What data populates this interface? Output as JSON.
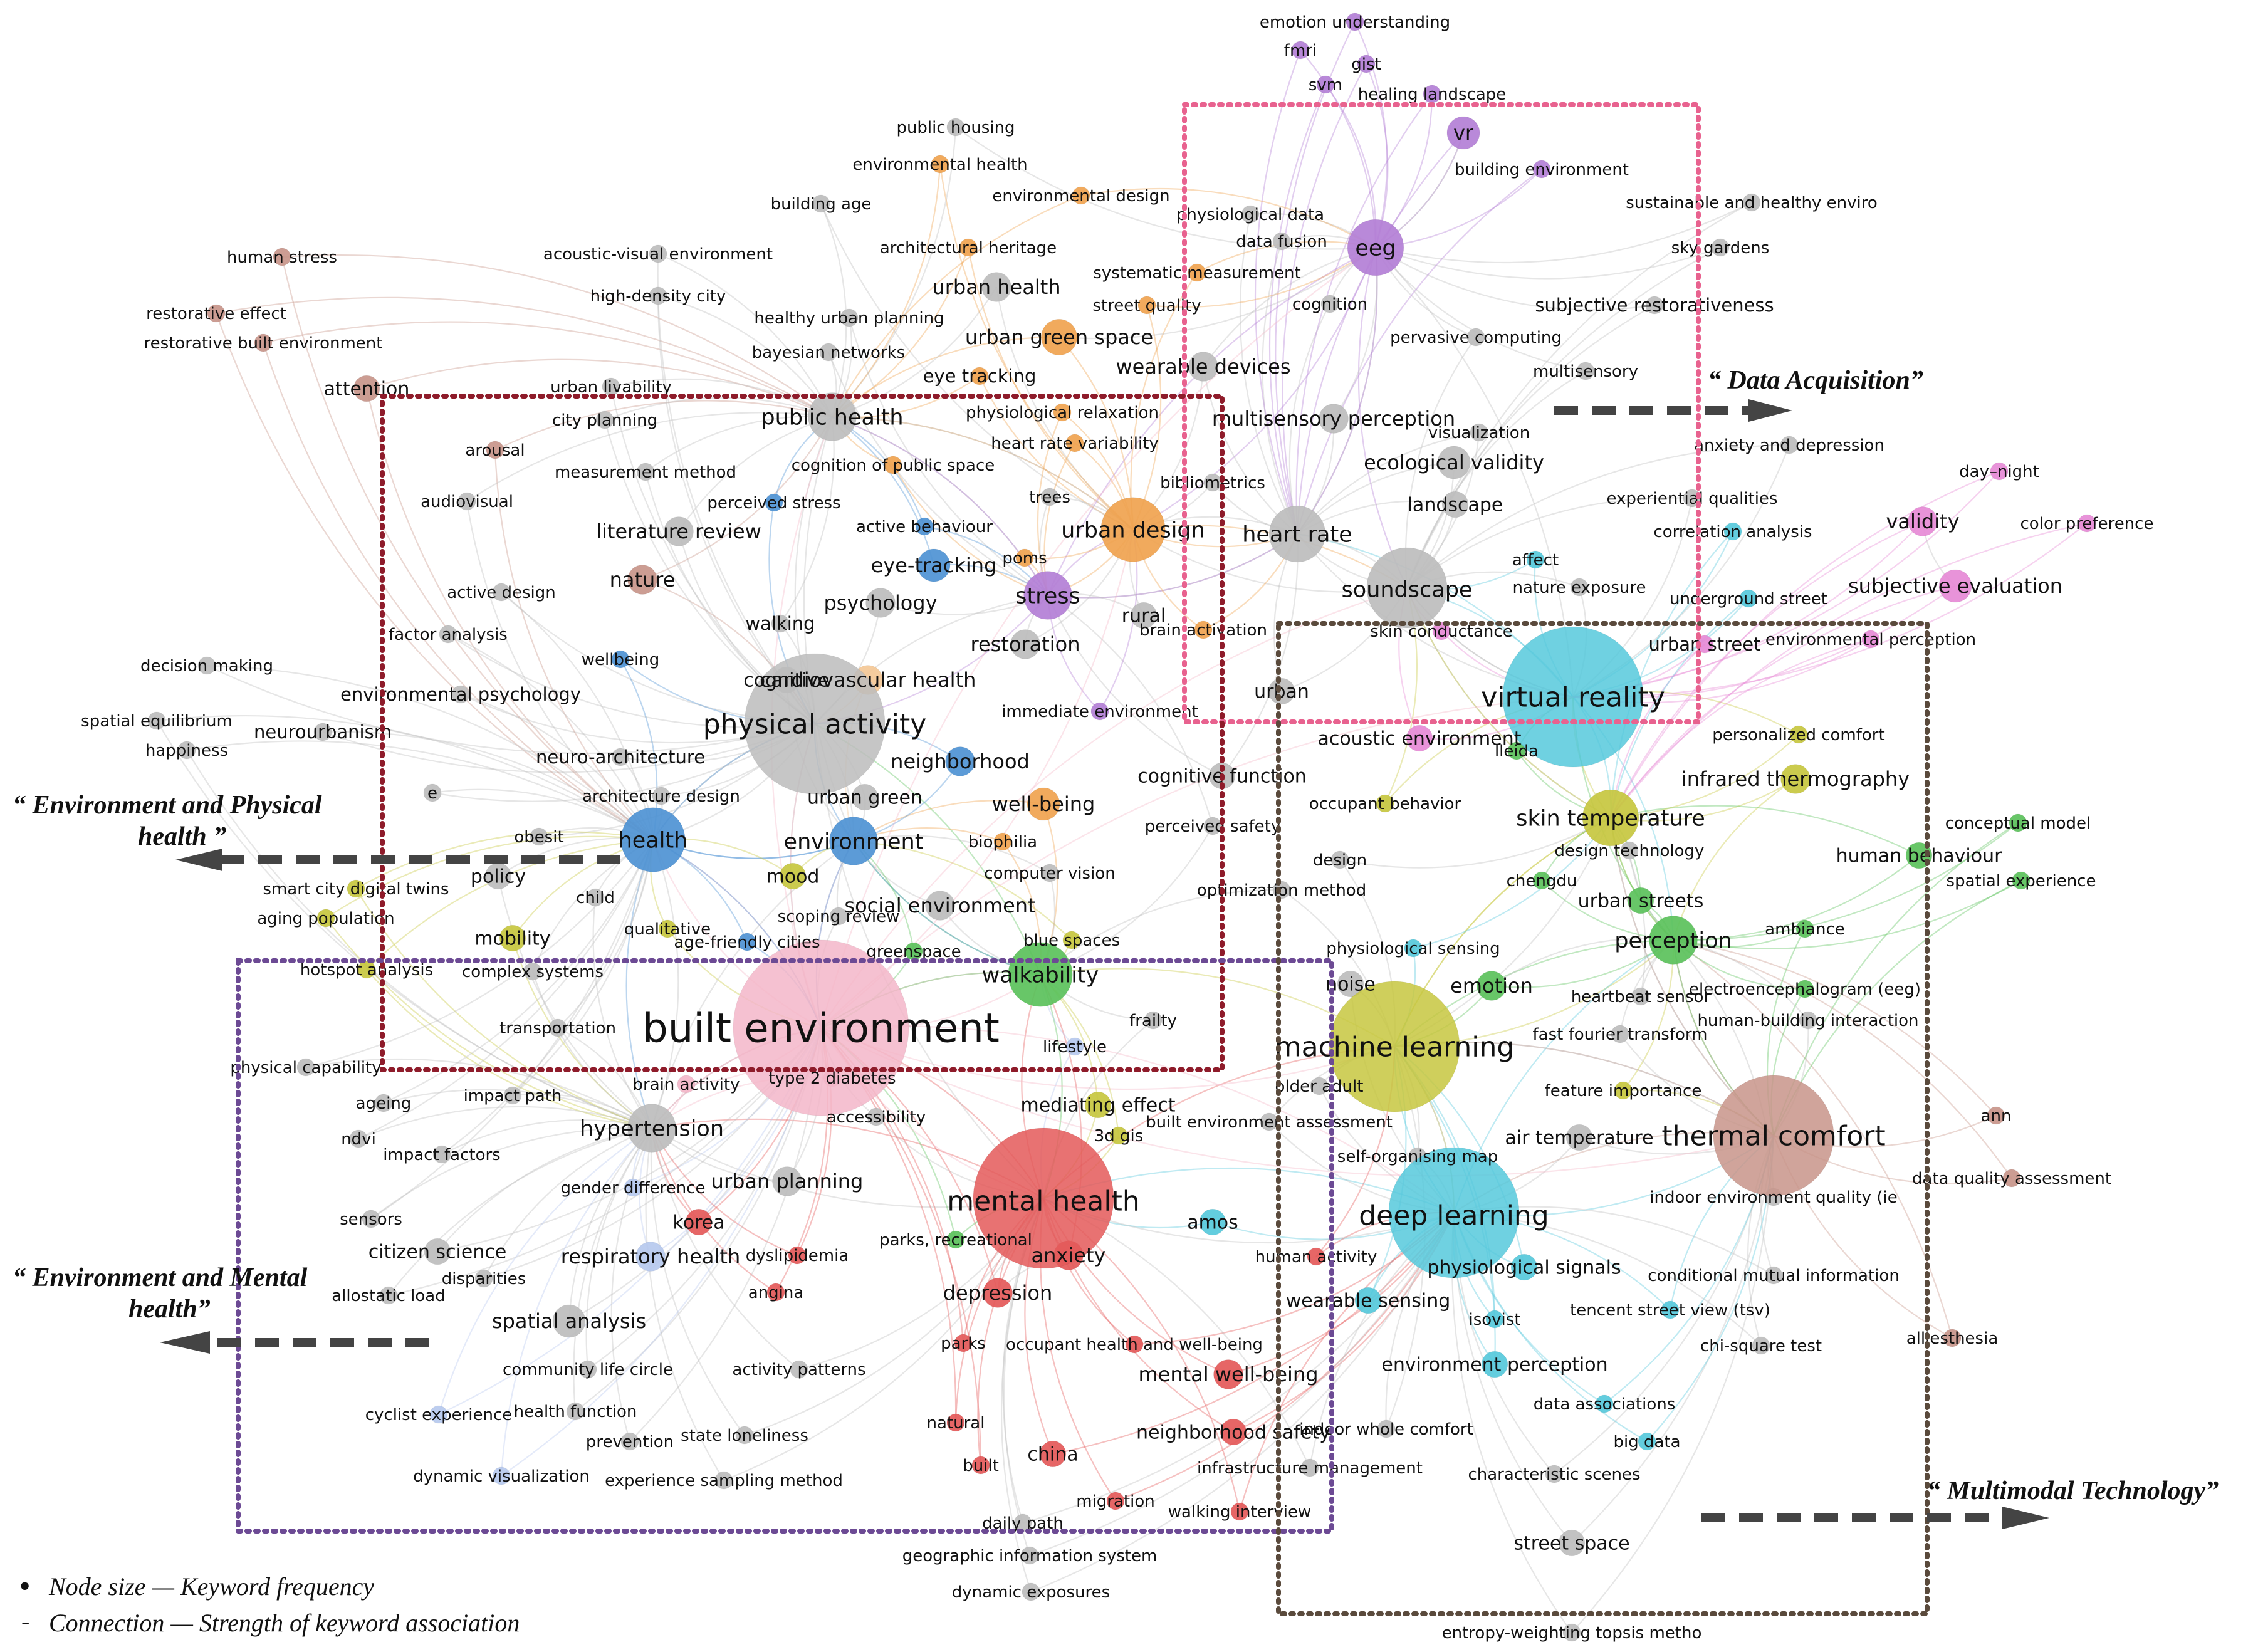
{
  "colors": {
    "gray": "#bdbdbd",
    "pink": "#f4b7c9",
    "red": "#e45a5a",
    "blue": "#4f93d4",
    "green": "#5cc25c",
    "cyan": "#56c9dc",
    "olive": "#c7c740",
    "orange": "#f0a350",
    "purple": "#b47fd6",
    "brown": "#c8958a",
    "magenta": "#e78ad6",
    "lightblue": "#b7c9ee",
    "lightgreen": "#a8e0a0",
    "peach": "#f5c896"
  },
  "zones": {
    "data_acquisition": {
      "title": "“ Data Acquisition”",
      "color": "#e8628f"
    },
    "environment_physical": {
      "title_line1": "“ Environment and Physical",
      "title_line2": "health ”",
      "color": "#8e1b2a"
    },
    "environment_mental": {
      "title_line1": "“ Environment and Mental",
      "title_line2": "health”",
      "color": "#6c4a94"
    },
    "multimodal": {
      "title": "“ Multimodal Technology”",
      "color": "#5a4a3c"
    }
  },
  "legend": {
    "node_symbol": "•",
    "node_text": "Node size — Keyword frequency",
    "edge_symbol": "-",
    "edge_text": "Connection — Strength of keyword association"
  },
  "nodes": [
    {
      "label": "built environment",
      "w": 60,
      "c": "pink"
    },
    {
      "label": "physical activity",
      "w": 28,
      "c": "gray"
    },
    {
      "label": "mental health",
      "w": 28,
      "c": "red"
    },
    {
      "label": "virtual reality",
      "w": 28,
      "c": "cyan"
    },
    {
      "label": "machine learning",
      "w": 26,
      "c": "olive"
    },
    {
      "label": "deep learning",
      "w": 26,
      "c": "cyan"
    },
    {
      "label": "thermal comfort",
      "w": 24,
      "c": "brown"
    },
    {
      "label": "soundscape",
      "w": 20,
      "c": "gray"
    },
    {
      "label": "urban design",
      "w": 16,
      "c": "orange"
    },
    {
      "label": "walkability",
      "w": 16,
      "c": "green"
    },
    {
      "label": "health",
      "w": 16,
      "c": "blue"
    },
    {
      "label": "heart rate",
      "w": 14,
      "c": "gray"
    },
    {
      "label": "eeg",
      "w": 14,
      "c": "purple"
    },
    {
      "label": "skin temperature",
      "w": 14,
      "c": "olive"
    },
    {
      "label": "perception",
      "w": 12,
      "c": "green"
    },
    {
      "label": "public health",
      "w": 12,
      "c": "gray"
    },
    {
      "label": "stress",
      "w": 12,
      "c": "purple"
    },
    {
      "label": "hypertension",
      "w": 12,
      "c": "gray"
    },
    {
      "label": "environment",
      "w": 12,
      "c": "blue"
    },
    {
      "label": "urban green space",
      "w": 11,
      "c": "orange"
    },
    {
      "label": "ecological validity",
      "w": 10,
      "c": "gray"
    },
    {
      "label": "subjective evaluation",
      "w": 10,
      "c": "magenta"
    },
    {
      "label": "eye-tracking",
      "w": 10,
      "c": "blue"
    },
    {
      "label": "well-being",
      "w": 10,
      "c": "orange"
    },
    {
      "label": "vr",
      "w": 10,
      "c": "purple"
    },
    {
      "label": "spatial analysis",
      "w": 10,
      "c": "gray"
    },
    {
      "label": "psychology",
      "w": 9,
      "c": "gray"
    },
    {
      "label": "restoration",
      "w": 9,
      "c": "gray"
    },
    {
      "label": "urban health",
      "w": 9,
      "c": "gray"
    },
    {
      "label": "wearable devices",
      "w": 9,
      "c": "gray"
    },
    {
      "label": "multisensory perception",
      "w": 9,
      "c": "gray"
    },
    {
      "label": "literature review",
      "w": 9,
      "c": "gray"
    },
    {
      "label": "cardiovascular health",
      "w": 9,
      "c": "peach"
    },
    {
      "label": "nature",
      "w": 9,
      "c": "brown"
    },
    {
      "label": "depression",
      "w": 9,
      "c": "red"
    },
    {
      "label": "anxiety",
      "w": 9,
      "c": "red"
    },
    {
      "label": "mental well-being",
      "w": 9,
      "c": "red"
    },
    {
      "label": "urban planning",
      "w": 9,
      "c": "gray"
    },
    {
      "label": "respiratory health",
      "w": 9,
      "c": "lightblue"
    },
    {
      "label": "social environment",
      "w": 9,
      "c": "gray"
    },
    {
      "label": "neighborhood",
      "w": 9,
      "c": "blue"
    },
    {
      "label": "infrared thermography",
      "w": 9,
      "c": "olive"
    },
    {
      "label": "emotion",
      "w": 9,
      "c": "green"
    },
    {
      "label": "validity",
      "w": 9,
      "c": "magenta"
    },
    {
      "label": "urban streets",
      "w": 8,
      "c": "green"
    },
    {
      "label": "human behaviour",
      "w": 8,
      "c": "green"
    },
    {
      "label": "noise",
      "w": 8,
      "c": "gray"
    },
    {
      "label": "wearable sensing",
      "w": 8,
      "c": "cyan"
    },
    {
      "label": "rural",
      "w": 8,
      "c": "gray"
    },
    {
      "label": "urban",
      "w": 8,
      "c": "gray"
    },
    {
      "label": "landscape",
      "w": 8,
      "c": "gray"
    },
    {
      "label": "mood",
      "w": 8,
      "c": "olive"
    },
    {
      "label": "policy",
      "w": 8,
      "c": "gray"
    },
    {
      "label": "attention",
      "w": 8,
      "c": "brown"
    },
    {
      "label": "environment perception",
      "w": 8,
      "c": "cyan"
    },
    {
      "label": "physiological signals",
      "w": 8,
      "c": "cyan"
    },
    {
      "label": "acoustic environment",
      "w": 8,
      "c": "magenta"
    },
    {
      "label": "urban green",
      "w": 8,
      "c": "gray"
    },
    {
      "label": "mobility",
      "w": 8,
      "c": "olive"
    },
    {
      "label": "china",
      "w": 8,
      "c": "red"
    },
    {
      "label": "korea",
      "w": 8,
      "c": "red"
    },
    {
      "label": "mediating effect",
      "w": 8,
      "c": "olive"
    },
    {
      "label": "air temperature",
      "w": 8,
      "c": "gray"
    },
    {
      "label": "amos",
      "w": 8,
      "c": "cyan"
    },
    {
      "label": "citizen science",
      "w": 8,
      "c": "gray"
    },
    {
      "label": "street space",
      "w": 8,
      "c": "gray"
    },
    {
      "label": "neighborhood safety",
      "w": 8,
      "c": "red"
    },
    {
      "label": "cognitive",
      "w": 8,
      "c": "gray"
    },
    {
      "label": "cognitive function",
      "w": 8,
      "c": "gray"
    },
    {
      "label": "walking",
      "w": 7,
      "c": "gray"
    },
    {
      "label": "environmental psychology",
      "w": 7,
      "c": "gray"
    },
    {
      "label": "neurourbanism",
      "w": 7,
      "c": "gray"
    },
    {
      "label": "neuro-architecture",
      "w": 7,
      "c": "gray"
    },
    {
      "label": "urban street",
      "w": 7,
      "c": "magenta"
    },
    {
      "label": "eye tracking",
      "w": 7,
      "c": "orange"
    },
    {
      "label": "subjective restorativeness",
      "w": 7,
      "c": "gray"
    },
    {
      "label": "chengdu",
      "w": 6,
      "c": "green"
    },
    {
      "label": "human stress",
      "w": 6,
      "c": "brown"
    },
    {
      "label": "restorative effect",
      "w": 6,
      "c": "brown"
    },
    {
      "label": "restorative built environment",
      "w": 6,
      "c": "brown"
    },
    {
      "label": "arousal",
      "w": 6,
      "c": "brown"
    },
    {
      "label": "audiovisual",
      "w": 6,
      "c": "gray"
    },
    {
      "label": "decision making",
      "w": 6,
      "c": "gray"
    },
    {
      "label": "spatial equilibrium",
      "w": 6,
      "c": "gray"
    },
    {
      "label": "happiness",
      "w": 6,
      "c": "gray"
    },
    {
      "label": "active design",
      "w": 6,
      "c": "gray"
    },
    {
      "label": "factor analysis",
      "w": 6,
      "c": "gray"
    },
    {
      "label": "wellbeing",
      "w": 6,
      "c": "blue"
    },
    {
      "label": "architecture design",
      "w": 6,
      "c": "gray"
    },
    {
      "label": "obesit",
      "w": 6,
      "c": "gray"
    },
    {
      "label": "e",
      "w": 6,
      "c": "gray"
    },
    {
      "label": "smart city digital twins",
      "w": 6,
      "c": "olive"
    },
    {
      "label": "aging population",
      "w": 6,
      "c": "olive"
    },
    {
      "label": "hotspot analysis",
      "w": 6,
      "c": "olive"
    },
    {
      "label": "complex systems",
      "w": 6,
      "c": "gray"
    },
    {
      "label": "child",
      "w": 6,
      "c": "gray"
    },
    {
      "label": "qualitative",
      "w": 6,
      "c": "olive"
    },
    {
      "label": "age-friendly cities",
      "w": 6,
      "c": "blue"
    },
    {
      "label": "scoping review",
      "w": 6,
      "c": "gray"
    },
    {
      "label": "greenspace",
      "w": 6,
      "c": "green"
    },
    {
      "label": "blue spaces",
      "w": 6,
      "c": "olive"
    },
    {
      "label": "transportation",
      "w": 6,
      "c": "gray"
    },
    {
      "label": "physical capability",
      "w": 6,
      "c": "gray"
    },
    {
      "label": "ageing",
      "w": 6,
      "c": "gray"
    },
    {
      "label": "ndvi",
      "w": 6,
      "c": "gray"
    },
    {
      "label": "impact path",
      "w": 6,
      "c": "gray"
    },
    {
      "label": "impact factors",
      "w": 6,
      "c": "gray"
    },
    {
      "label": "brain activity",
      "w": 6,
      "c": "pink"
    },
    {
      "label": "type 2 diabetes",
      "w": 6,
      "c": "pink"
    },
    {
      "label": "accessibility",
      "w": 6,
      "c": "gray"
    },
    {
      "label": "gender difference",
      "w": 6,
      "c": "lightblue"
    },
    {
      "label": "sensors",
      "w": 6,
      "c": "gray"
    },
    {
      "label": "disparities",
      "w": 6,
      "c": "gray"
    },
    {
      "label": "allostatic load",
      "w": 6,
      "c": "gray"
    },
    {
      "label": "dyslipidemia",
      "w": 6,
      "c": "red"
    },
    {
      "label": "angina",
      "w": 6,
      "c": "red"
    },
    {
      "label": "community life circle",
      "w": 6,
      "c": "gray"
    },
    {
      "label": "activity patterns",
      "w": 6,
      "c": "gray"
    },
    {
      "label": "cyclist experience",
      "w": 6,
      "c": "lightblue"
    },
    {
      "label": "health function",
      "w": 6,
      "c": "gray"
    },
    {
      "label": "prevention",
      "w": 6,
      "c": "gray"
    },
    {
      "label": "state loneliness",
      "w": 6,
      "c": "gray"
    },
    {
      "label": "dynamic visualization",
      "w": 6,
      "c": "lightblue"
    },
    {
      "label": "experience sampling method",
      "w": 6,
      "c": "gray"
    },
    {
      "label": "parks, recreational",
      "w": 6,
      "c": "green"
    },
    {
      "label": "parks",
      "w": 6,
      "c": "red"
    },
    {
      "label": "occupant health and well-being",
      "w": 6,
      "c": "red"
    },
    {
      "label": "natural",
      "w": 6,
      "c": "red"
    },
    {
      "label": "built",
      "w": 6,
      "c": "red"
    },
    {
      "label": "migration",
      "w": 6,
      "c": "red"
    },
    {
      "label": "daily path",
      "w": 6,
      "c": "gray"
    },
    {
      "label": "geographic information system",
      "w": 6,
      "c": "gray"
    },
    {
      "label": "dynamic exposures",
      "w": 6,
      "c": "gray"
    },
    {
      "label": "walking interview",
      "w": 6,
      "c": "red"
    },
    {
      "label": "infrastructure management",
      "w": 6,
      "c": "gray"
    },
    {
      "label": "indoor whole comfort",
      "w": 6,
      "c": "gray"
    },
    {
      "label": "characteristic scenes",
      "w": 6,
      "c": "gray"
    },
    {
      "label": "isovist",
      "w": 6,
      "c": "cyan"
    },
    {
      "label": "tencent street view (tsv)",
      "w": 6,
      "c": "cyan"
    },
    {
      "label": "data associations",
      "w": 6,
      "c": "cyan"
    },
    {
      "label": "big data",
      "w": 6,
      "c": "cyan"
    },
    {
      "label": "chi-square test",
      "w": 6,
      "c": "gray"
    },
    {
      "label": "conditional mutual information",
      "w": 6,
      "c": "gray"
    },
    {
      "label": "entropy-weighting topsis metho",
      "w": 6,
      "c": "gray"
    },
    {
      "label": "human activity",
      "w": 6,
      "c": "red"
    },
    {
      "label": "self-organising map",
      "w": 6,
      "c": "gray"
    },
    {
      "label": "built environment assessment",
      "w": 6,
      "c": "gray"
    },
    {
      "label": "3d gis",
      "w": 6,
      "c": "olive"
    },
    {
      "label": "older adult",
      "w": 6,
      "c": "gray"
    },
    {
      "label": "feature importance",
      "w": 6,
      "c": "olive"
    },
    {
      "label": "indoor environment quality (ie",
      "w": 6,
      "c": "gray"
    },
    {
      "label": "alliesthesia",
      "w": 6,
      "c": "brown"
    },
    {
      "label": "data quality assessment",
      "w": 6,
      "c": "brown"
    },
    {
      "label": "ann",
      "w": 6,
      "c": "brown"
    },
    {
      "label": "human-building interaction",
      "w": 6,
      "c": "gray"
    },
    {
      "label": "electroencephalogram (eeg)",
      "w": 6,
      "c": "green"
    },
    {
      "label": "fast fourier transform",
      "w": 6,
      "c": "gray"
    },
    {
      "label": "heartbeat sensor",
      "w": 6,
      "c": "gray"
    },
    {
      "label": "ambiance",
      "w": 6,
      "c": "green"
    },
    {
      "label": "spatial experience",
      "w": 6,
      "c": "green"
    },
    {
      "label": "conceptual model",
      "w": 6,
      "c": "green"
    },
    {
      "label": "design technology",
      "w": 6,
      "c": "gray"
    },
    {
      "label": "personalized comfort",
      "w": 6,
      "c": "olive"
    },
    {
      "label": "lleida",
      "w": 6,
      "c": "green"
    },
    {
      "label": "occupant behavior",
      "w": 6,
      "c": "olive"
    },
    {
      "label": "physiological sensing",
      "w": 6,
      "c": "cyan"
    },
    {
      "label": "design",
      "w": 6,
      "c": "gray"
    },
    {
      "label": "optimization method",
      "w": 6,
      "c": "gray"
    },
    {
      "label": "perceived safety",
      "w": 6,
      "c": "gray"
    },
    {
      "label": "computer vision",
      "w": 6,
      "c": "gray"
    },
    {
      "label": "biophilia",
      "w": 6,
      "c": "orange"
    },
    {
      "label": "frailty",
      "w": 6,
      "c": "gray"
    },
    {
      "label": "lifestyle",
      "w": 6,
      "c": "lightblue"
    },
    {
      "label": "immediate environment",
      "w": 6,
      "c": "purple"
    },
    {
      "label": "skin conductance",
      "w": 6,
      "c": "magenta"
    },
    {
      "label": "brain activation",
      "w": 6,
      "c": "orange"
    },
    {
      "label": "environmental perception",
      "w": 6,
      "c": "magenta"
    },
    {
      "label": "underground street",
      "w": 6,
      "c": "cyan"
    },
    {
      "label": "nature exposure",
      "w": 6,
      "c": "gray"
    },
    {
      "label": "affect",
      "w": 6,
      "c": "cyan"
    },
    {
      "label": "correlation analysis",
      "w": 6,
      "c": "cyan"
    },
    {
      "label": "experiential qualities",
      "w": 6,
      "c": "gray"
    },
    {
      "label": "anxiety and depression",
      "w": 6,
      "c": "gray"
    },
    {
      "label": "day–night",
      "w": 6,
      "c": "magenta"
    },
    {
      "label": "color preference",
      "w": 6,
      "c": "magenta"
    },
    {
      "label": "visualization",
      "w": 6,
      "c": "gray"
    },
    {
      "label": "multisensory",
      "w": 6,
      "c": "gray"
    },
    {
      "label": "pervasive computing",
      "w": 6,
      "c": "gray"
    },
    {
      "label": "cognition",
      "w": 6,
      "c": "gray"
    },
    {
      "label": "bibliometrics",
      "w": 6,
      "c": "gray"
    },
    {
      "label": "physiological data",
      "w": 6,
      "c": "gray"
    },
    {
      "label": "data fusion",
      "w": 6,
      "c": "gray"
    },
    {
      "label": "sky gardens",
      "w": 6,
      "c": "gray"
    },
    {
      "label": "sustainable and healthy enviro",
      "w": 6,
      "c": "gray"
    },
    {
      "label": "emotion understanding",
      "w": 6,
      "c": "purple"
    },
    {
      "label": "fmri",
      "w": 6,
      "c": "purple"
    },
    {
      "label": "gist",
      "w": 6,
      "c": "purple"
    },
    {
      "label": "svm",
      "w": 6,
      "c": "purple"
    },
    {
      "label": "healing landscape",
      "w": 6,
      "c": "purple"
    },
    {
      "label": "building environment",
      "w": 6,
      "c": "purple"
    },
    {
      "label": "public housing",
      "w": 6,
      "c": "gray"
    },
    {
      "label": "environmental health",
      "w": 6,
      "c": "orange"
    },
    {
      "label": "environmental design",
      "w": 6,
      "c": "orange"
    },
    {
      "label": "building age",
      "w": 6,
      "c": "gray"
    },
    {
      "label": "architectural heritage",
      "w": 6,
      "c": "orange"
    },
    {
      "label": "acoustic-visual environment",
      "w": 6,
      "c": "gray"
    },
    {
      "label": "high-density city",
      "w": 6,
      "c": "gray"
    },
    {
      "label": "healthy urban planning",
      "w": 6,
      "c": "gray"
    },
    {
      "label": "systematic measurement",
      "w": 6,
      "c": "orange"
    },
    {
      "label": "street quality",
      "w": 6,
      "c": "orange"
    },
    {
      "label": "bayesian networks",
      "w": 6,
      "c": "gray"
    },
    {
      "label": "urban livability",
      "w": 6,
      "c": "gray"
    },
    {
      "label": "city planning",
      "w": 6,
      "c": "gray"
    },
    {
      "label": "measurement method",
      "w": 6,
      "c": "gray"
    },
    {
      "label": "physiological relaxation",
      "w": 6,
      "c": "orange"
    },
    {
      "label": "heart rate variability",
      "w": 6,
      "c": "orange"
    },
    {
      "label": "cognition of public space",
      "w": 6,
      "c": "orange"
    },
    {
      "label": "perceived stress",
      "w": 6,
      "c": "blue"
    },
    {
      "label": "active behaviour",
      "w": 6,
      "c": "blue"
    },
    {
      "label": "trees",
      "w": 6,
      "c": "gray"
    },
    {
      "label": "poms",
      "w": 6,
      "c": "orange"
    }
  ]
}
